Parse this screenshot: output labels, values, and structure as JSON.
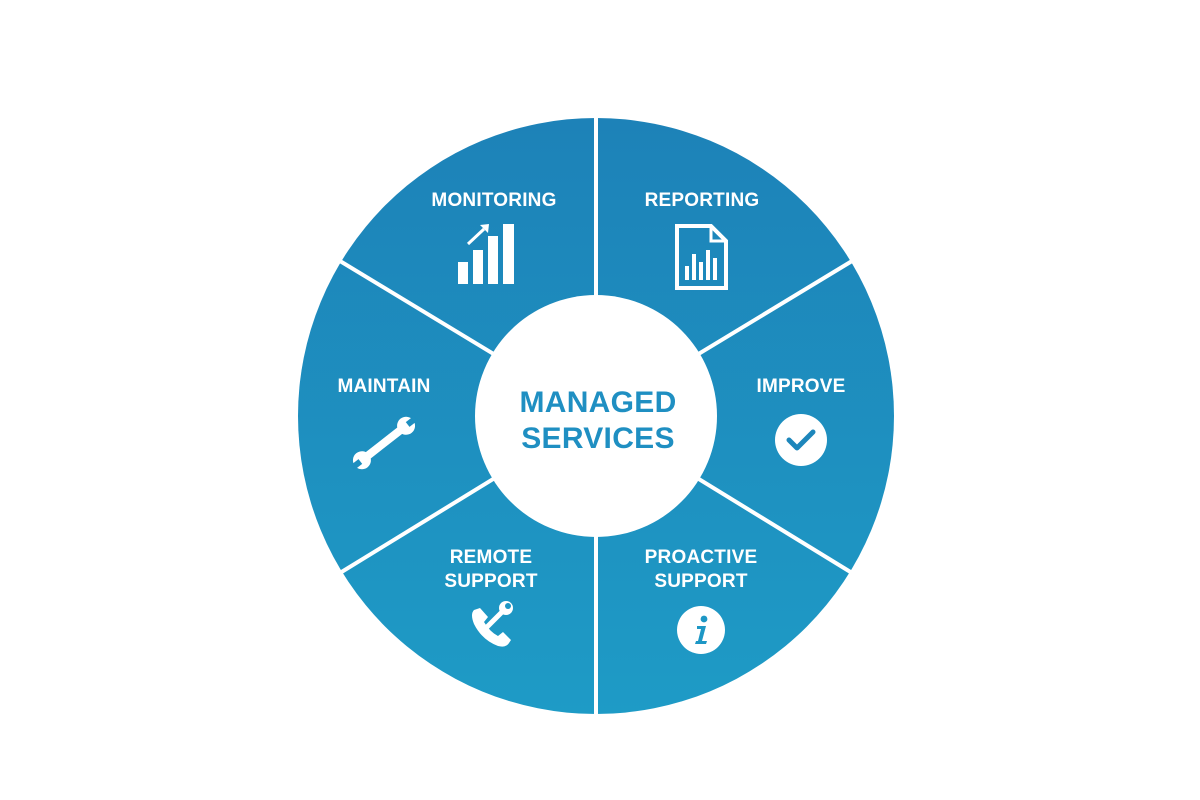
{
  "diagram": {
    "center": {
      "line1": "MANAGED",
      "line2": "SERVICES"
    },
    "segments": [
      {
        "id": "monitoring",
        "label_lines": [
          "MONITORING"
        ],
        "icon": "bar-chart-trend-icon"
      },
      {
        "id": "reporting",
        "label_lines": [
          "REPORTING"
        ],
        "icon": "report-document-icon"
      },
      {
        "id": "improve",
        "label_lines": [
          "IMPROVE"
        ],
        "icon": "checkmark-circle-icon"
      },
      {
        "id": "proactive-support",
        "label_lines": [
          "PROACTIVE",
          "SUPPORT"
        ],
        "icon": "info-circle-icon"
      },
      {
        "id": "remote-support",
        "label_lines": [
          "REMOTE",
          "SUPPORT"
        ],
        "icon": "phone-wrench-icon"
      },
      {
        "id": "maintain",
        "label_lines": [
          "MAINTAIN"
        ],
        "icon": "wrench-icon"
      }
    ],
    "colors": {
      "ring_top": "#1d82b8",
      "ring_bottom": "#1e9bc6",
      "divider": "#ffffff",
      "center_fill": "#ffffff",
      "center_text": "#1f8fc2",
      "label_text": "#ffffff"
    }
  }
}
